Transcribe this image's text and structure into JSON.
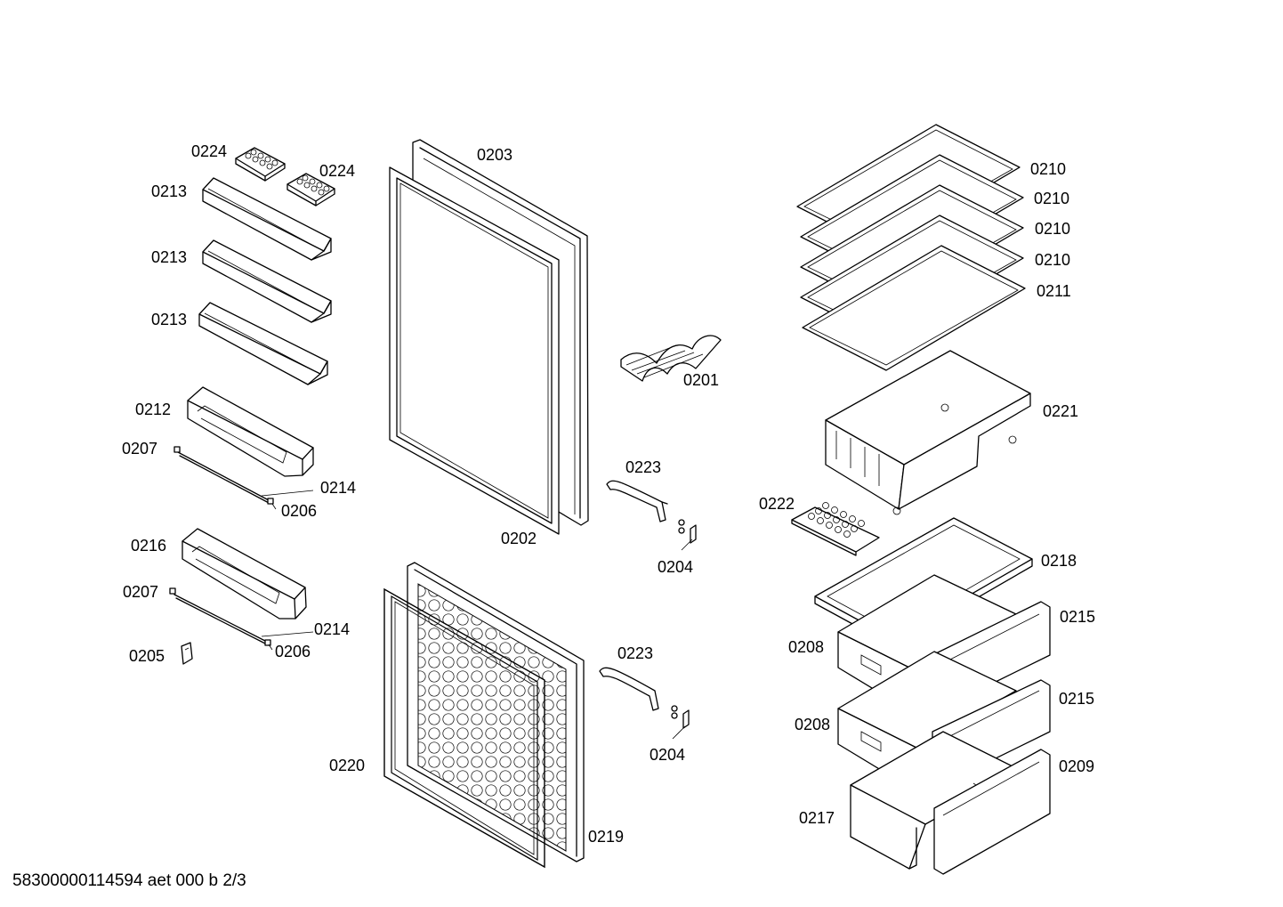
{
  "footer": {
    "document_code": "58300000114594 aet 000 b 2/3"
  },
  "parts": [
    {
      "id": "lbl-0224-a",
      "number": "0224"
    },
    {
      "id": "lbl-0224-b",
      "number": "0224"
    },
    {
      "id": "lbl-0213-a",
      "number": "0213"
    },
    {
      "id": "lbl-0213-b",
      "number": "0213"
    },
    {
      "id": "lbl-0213-c",
      "number": "0213"
    },
    {
      "id": "lbl-0212",
      "number": "0212"
    },
    {
      "id": "lbl-0207-a",
      "number": "0207"
    },
    {
      "id": "lbl-0214-a",
      "number": "0214"
    },
    {
      "id": "lbl-0206-a",
      "number": "0206"
    },
    {
      "id": "lbl-0216",
      "number": "0216"
    },
    {
      "id": "lbl-0207-b",
      "number": "0207"
    },
    {
      "id": "lbl-0214-b",
      "number": "0214"
    },
    {
      "id": "lbl-0206-b",
      "number": "0206"
    },
    {
      "id": "lbl-0205",
      "number": "0205"
    },
    {
      "id": "lbl-0203",
      "number": "0203"
    },
    {
      "id": "lbl-0202",
      "number": "0202"
    },
    {
      "id": "lbl-0201",
      "number": "0201"
    },
    {
      "id": "lbl-0223-a",
      "number": "0223"
    },
    {
      "id": "lbl-0204-a",
      "number": "0204"
    },
    {
      "id": "lbl-0223-b",
      "number": "0223"
    },
    {
      "id": "lbl-0204-b",
      "number": "0204"
    },
    {
      "id": "lbl-0220",
      "number": "0220"
    },
    {
      "id": "lbl-0219",
      "number": "0219"
    },
    {
      "id": "lbl-0210-a",
      "number": "0210"
    },
    {
      "id": "lbl-0210-b",
      "number": "0210"
    },
    {
      "id": "lbl-0210-c",
      "number": "0210"
    },
    {
      "id": "lbl-0210-d",
      "number": "0210"
    },
    {
      "id": "lbl-0211",
      "number": "0211"
    },
    {
      "id": "lbl-0221",
      "number": "0221"
    },
    {
      "id": "lbl-0222",
      "number": "0222"
    },
    {
      "id": "lbl-0218",
      "number": "0218"
    },
    {
      "id": "lbl-0215-a",
      "number": "0215"
    },
    {
      "id": "lbl-0208-a",
      "number": "0208"
    },
    {
      "id": "lbl-0215-b",
      "number": "0215"
    },
    {
      "id": "lbl-0208-b",
      "number": "0208"
    },
    {
      "id": "lbl-0209",
      "number": "0209"
    },
    {
      "id": "lbl-0217",
      "number": "0217"
    }
  ]
}
